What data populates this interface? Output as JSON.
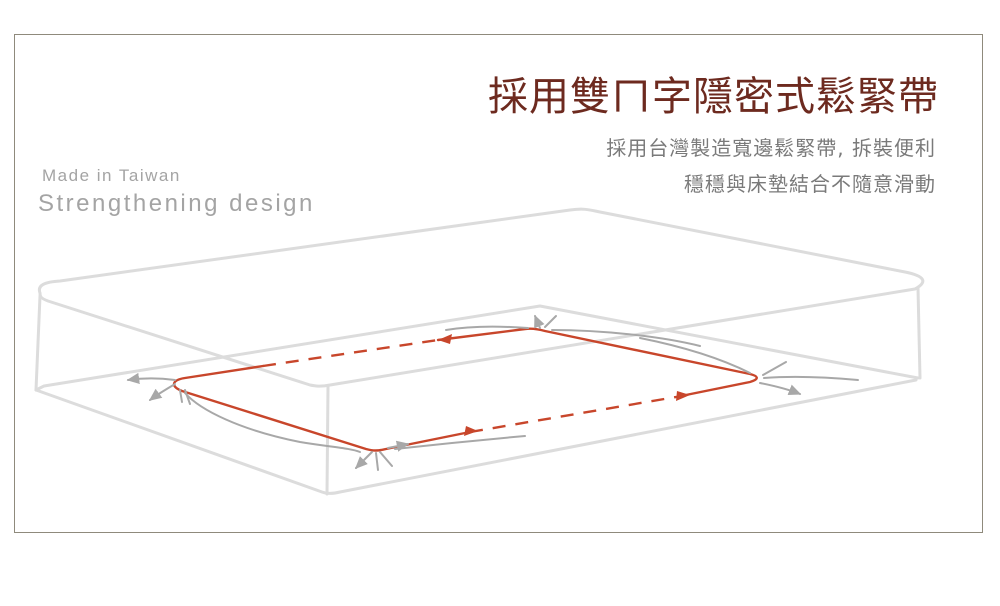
{
  "headline": "採用雙ㄇ字隱密式鬆緊帶",
  "description": {
    "line1": "採用台灣製造寬邊鬆緊帶, 拆裝便利",
    "line2": "穩穩與床墊結合不隨意滑動"
  },
  "tagline": {
    "origin": "Made in Taiwan",
    "feature": "Strengthening design"
  },
  "colors": {
    "headline": "#6d2a1f",
    "band": "#c8462b",
    "outline": "#dcdcdc",
    "arrows": "#a8a8a8"
  },
  "icons": {
    "mattress": "mattress-outline-illustration",
    "band": "elastic-band-outline",
    "arrows": "tension-arrows"
  }
}
